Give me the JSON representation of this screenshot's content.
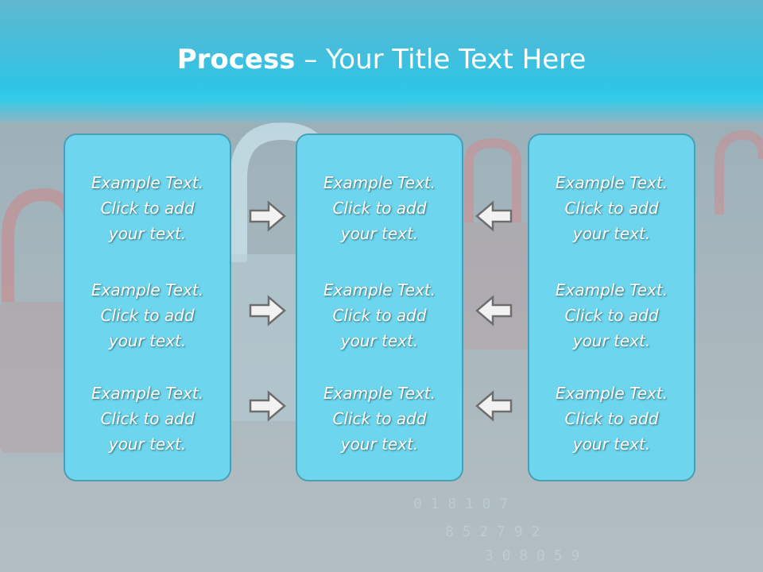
{
  "title": {
    "bold": "Process",
    "rest": " – Your Title Text Here"
  },
  "columns": [
    {
      "items": [
        [
          "Example Text.",
          "Click  to add",
          "your text."
        ],
        [
          "Example Text.",
          "Click  to add",
          "your text."
        ],
        [
          "Example Text.",
          "Click  to add",
          "your text."
        ]
      ]
    },
    {
      "items": [
        [
          "Example Text.",
          "Click  to add",
          "your text."
        ],
        [
          "Example Text.",
          "Click  to add",
          "your text."
        ],
        [
          "Example Text.",
          "Click  to add",
          "your text."
        ]
      ]
    },
    {
      "items": [
        [
          "Example Text.",
          "Click  to add",
          "your text."
        ],
        [
          "Example Text.",
          "Click  to add",
          "your text."
        ],
        [
          "Example Text.",
          "Click  to add",
          "your text."
        ]
      ]
    }
  ],
  "arrows": {
    "left_group": [
      "right-arrow-icon",
      "right-arrow-icon",
      "right-arrow-icon"
    ],
    "right_group": [
      "left-arrow-icon",
      "left-arrow-icon",
      "left-arrow-icon"
    ]
  },
  "colors": {
    "header": "#2fc4e6",
    "panel_fill": "#6dd6ee",
    "panel_border": "#4a9fb6",
    "arrow_fill": "#f2f2f2",
    "arrow_stroke": "#6e6e6e"
  }
}
